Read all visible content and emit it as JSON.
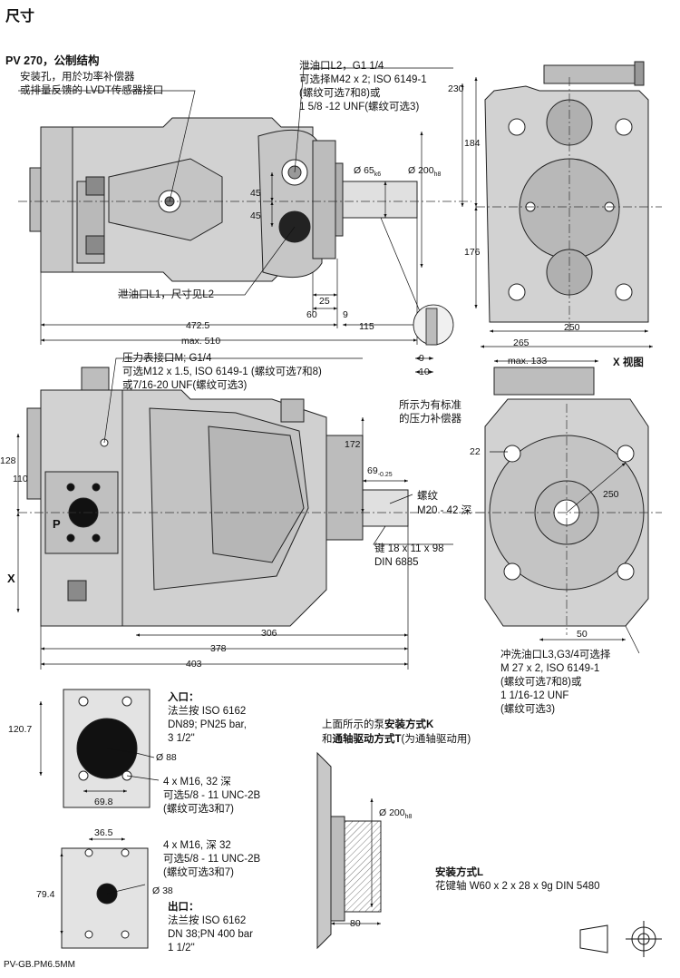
{
  "page": {
    "title": "尺寸",
    "subtitle": "PV 270，公制结构",
    "footer_code": "PV-GB.PM6.5MM"
  },
  "callouts": {
    "mount_hole": [
      "安装孔，用於功率补偿器",
      "或排量反馈的 LVDT传感器接口"
    ],
    "drain_l2": [
      "泄油口L2，G1 1/4",
      "可选择M42 x 2; ISO 6149-1",
      "(螺纹可选7和8)或",
      "1 5/8 -12 UNF(螺纹可选3)"
    ],
    "drain_l1": "泄油口L1，尺寸见L2",
    "pressure_m": [
      "压力表接口M; G1/4",
      "可选M12 x 1.5, ISO 6149-1 (螺纹可选7和8)",
      "或7/16-20 UNF(螺纹可选3)"
    ],
    "compensator_note": [
      "所示为有标准",
      "的压力补偿器"
    ],
    "thread": [
      "螺纹",
      "M20 - 42 深"
    ],
    "key": [
      "键 18 x 11 x 98",
      "DIN 6885"
    ],
    "flush_l3": [
      "冲洗油口L3,G3/4可选择",
      "M 27 x 2, ISO 6149-1",
      "(螺纹可选7和8)或",
      "1  1/16-12 UNF",
      "(螺纹可选3)"
    ],
    "inlet": [
      "入口：",
      "法兰按 ISO 6162",
      "DN89; PN25 bar,",
      "3 1/2\""
    ],
    "inlet_bolts": [
      "4 x M16, 32 深",
      "可选5/8 - 11 UNC-2B",
      "(螺纹可选3和7)"
    ],
    "outlet_bolts": [
      "4 x M16,  深 32",
      "可选5/8 - 11 UNC-2B",
      "(螺纹可选3和7)"
    ],
    "outlet": [
      "出口：",
      "法兰按 ISO 6162",
      "DN 38;PN 400 bar",
      "1 1/2\""
    ],
    "mounting_k_1": "上面所示的泵",
    "mounting_k_2": "安装方式K",
    "mounting_t_1": "和",
    "mounting_t_2": "通轴驱动方式T",
    "mounting_t_3": "(为通轴驱动用)",
    "mounting_l": [
      "安装方式L",
      "花键轴 W60 x 2 x 28 x 9g DIN 5480"
    ],
    "view_x": "X 视图",
    "port_p": "P",
    "axis_x": "X"
  },
  "dims": {
    "d45a": "45",
    "d45b": "45",
    "d65": "Ø 65",
    "d65_tol": "k6",
    "d200": "Ø 200",
    "d200_tol": "h8",
    "d25": "25",
    "d60": "60",
    "d9a": "9",
    "d115": "115",
    "d472": "472.5",
    "dmax510": "max. 510",
    "d230": "230",
    "d184": "184",
    "d176": "176",
    "d250a": "250",
    "d265": "265",
    "d9b": "9",
    "d10": "10",
    "dmax133": "max. 133",
    "d22": "22",
    "d250b": "250",
    "d50": "50",
    "d172": "172",
    "d69": "69",
    "d69_tol": "-0.25",
    "d128": "128",
    "d110": "110",
    "d306": "306",
    "d378": "378",
    "d403": "403",
    "d120": "120.7",
    "d69_8": "69.8",
    "d88": "Ø 88",
    "d36_5": "36.5",
    "d79_4": "79.4",
    "d38": "Ø 38",
    "d200b": "Ø 200",
    "d200b_tol": "h8",
    "d80": "80"
  }
}
